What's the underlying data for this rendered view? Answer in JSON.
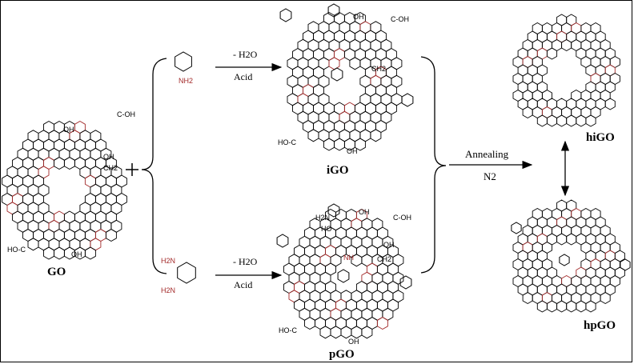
{
  "molecules": {
    "go": {
      "label": "GO"
    },
    "igo": {
      "label": "iGO"
    },
    "pgo": {
      "label": "pGO"
    },
    "higo": {
      "label": "hiGO"
    },
    "hpgo": {
      "label": "hpGO"
    }
  },
  "reagents": {
    "aniline": {
      "group": "NH2"
    },
    "diamine": {
      "group_top": "H2N",
      "group_bottom": "H2N"
    }
  },
  "conditions": {
    "top": {
      "minus_water": "- H2O",
      "acid": "Acid"
    },
    "bottom": {
      "minus_water": "- H2O",
      "acid": "Acid"
    },
    "anneal": {
      "label": "Annealing",
      "gas": "N2"
    }
  },
  "go_groups": {
    "oh_top": "OH",
    "cooh": "C-OH",
    "oh_mid": "OH",
    "ch2": "CH2",
    "hooc": "HO-C",
    "oh_bottom": "OH"
  },
  "igo_groups": {
    "oh_top": "OH",
    "cooh": "C-OH",
    "ch2": "CH2",
    "hooc": "HO-C",
    "oh_bottom": "OH"
  },
  "pgo_groups": {
    "h2n": "H2N",
    "ho": "HO",
    "oh_top": "OH",
    "cooh": "C-OH",
    "oh_mid": "OH",
    "nh": "NH",
    "ch2": "CH2",
    "hooc": "HO-C",
    "oh_bottom": "OH"
  },
  "colors": {
    "ink": "#000000",
    "heteroatom": "#a32a2a"
  }
}
